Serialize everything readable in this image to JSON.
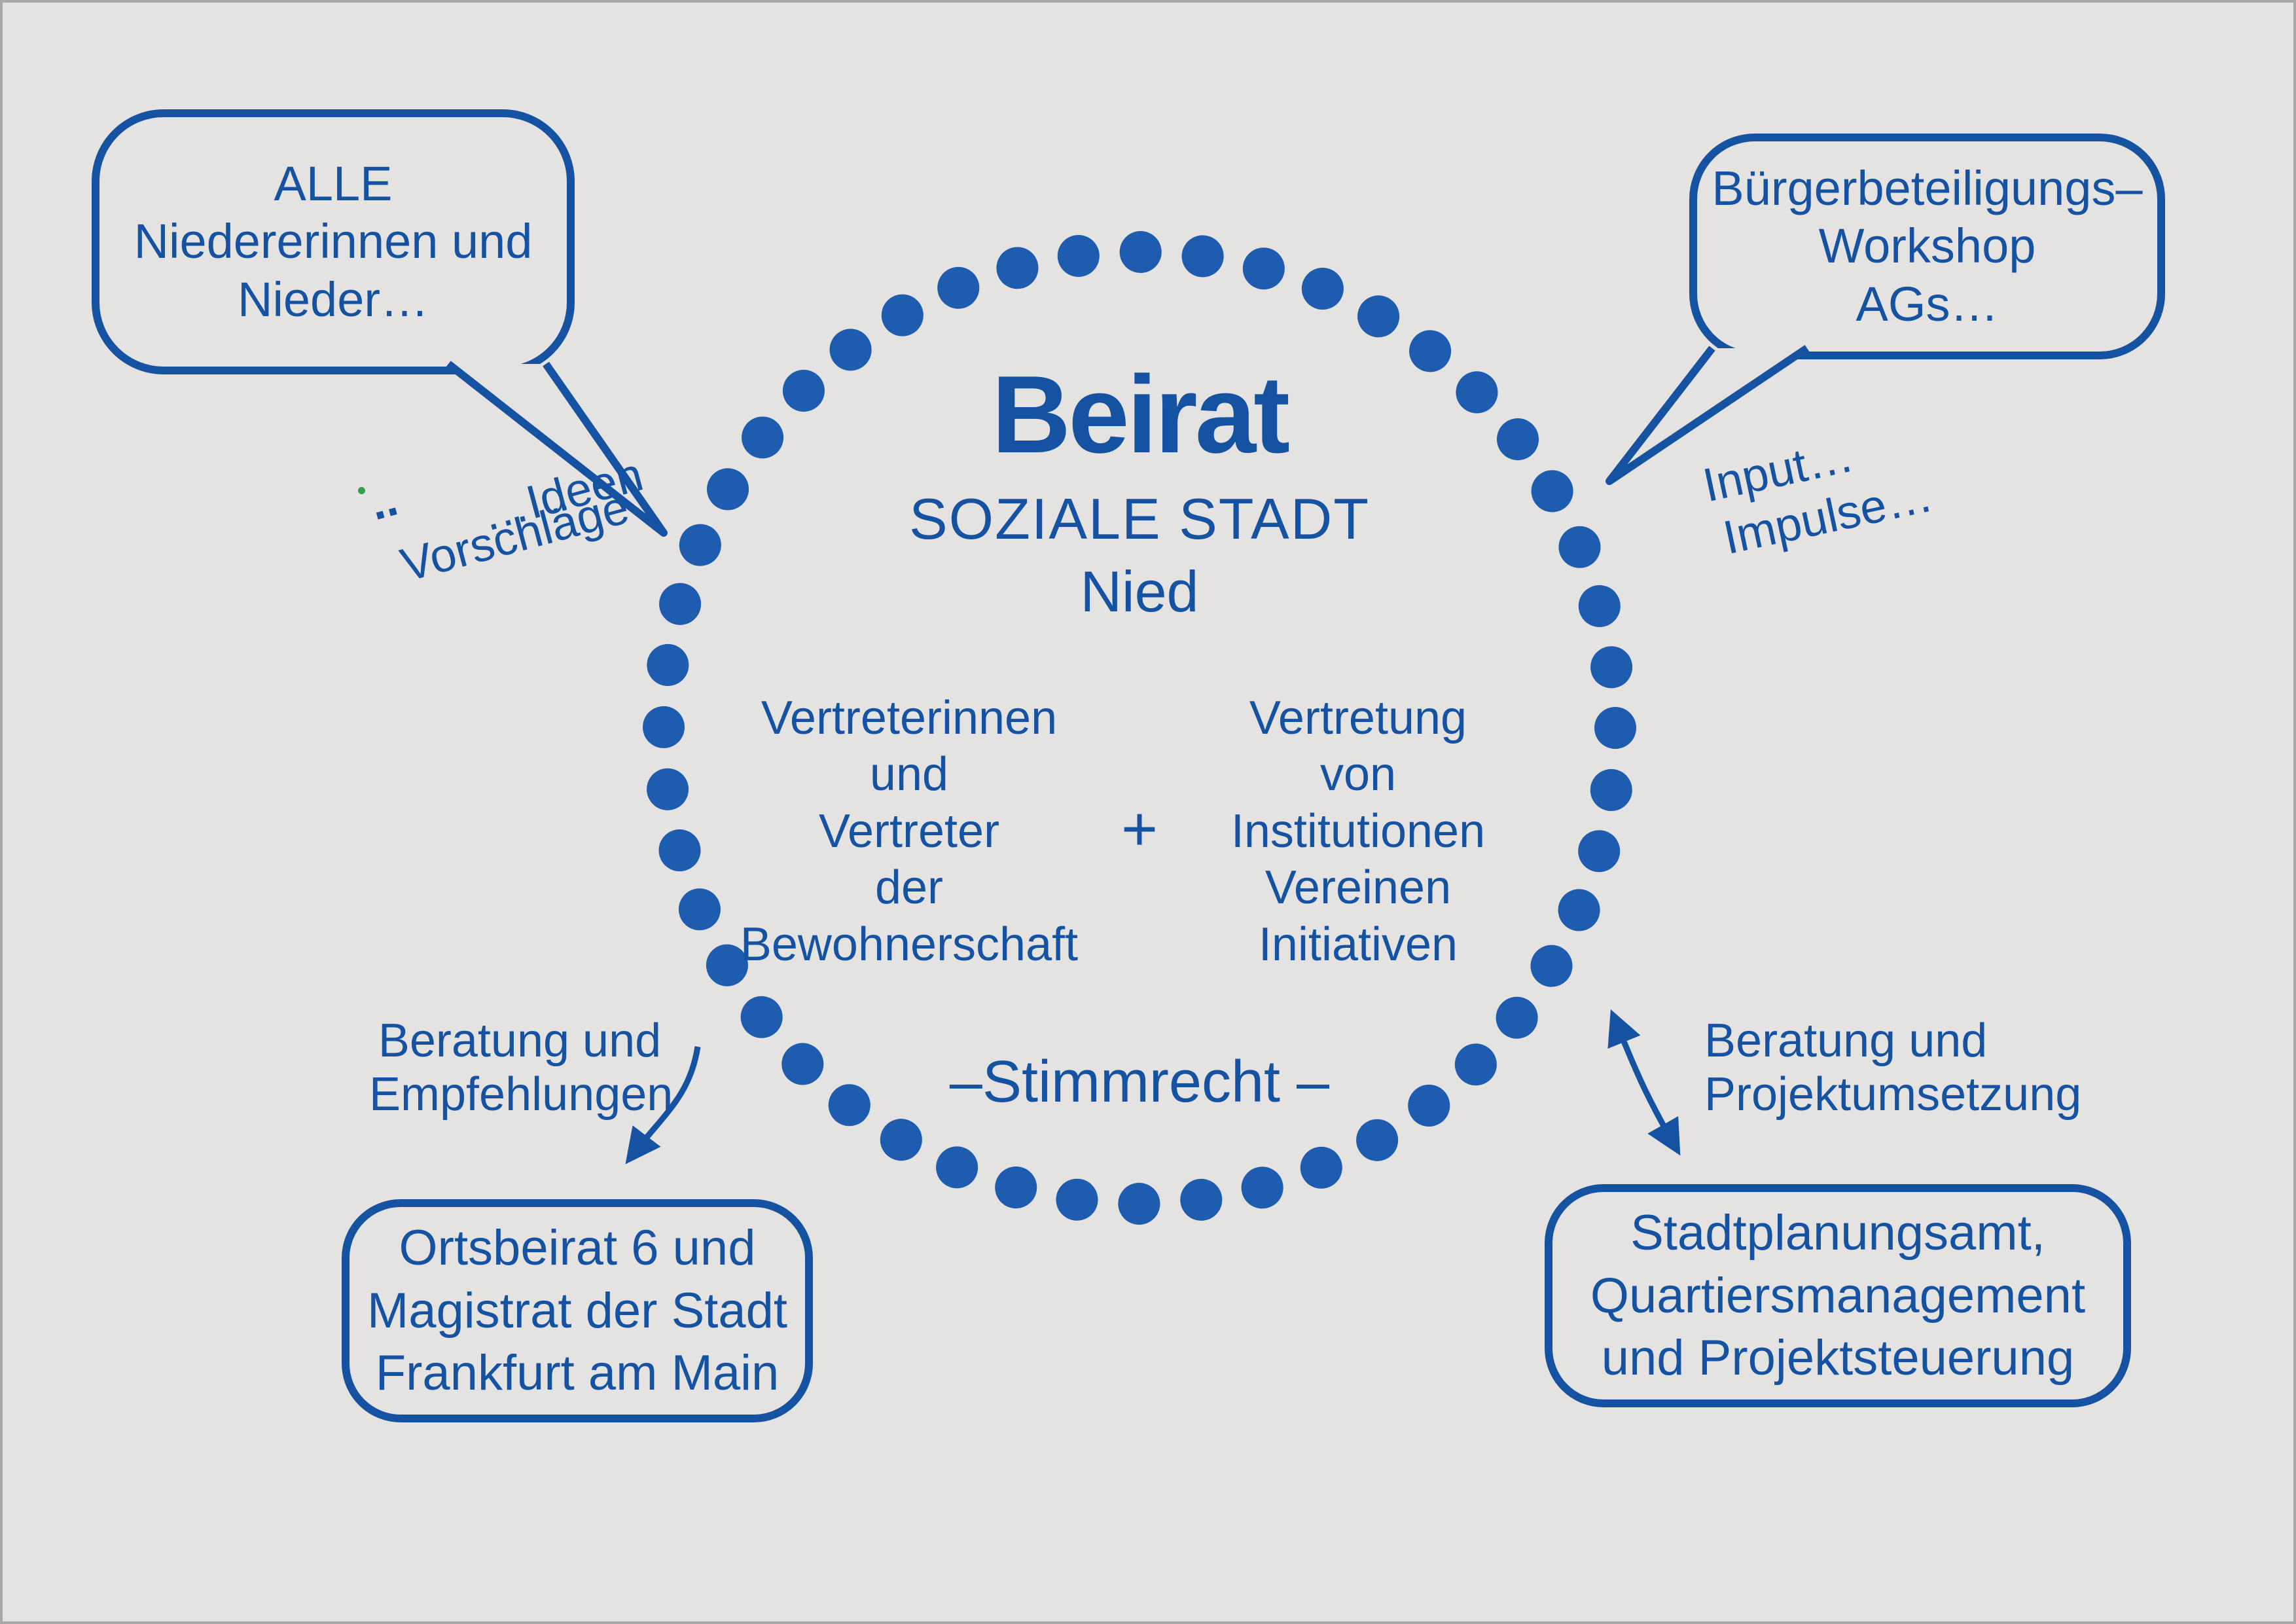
{
  "colors": {
    "accent": "#1553a2",
    "dots": "#1e5caf",
    "background": "#e4e3e1",
    "green_mark": "#2fa14b"
  },
  "center": {
    "title": "Beirat",
    "subtitle": "SOZIALE STADT",
    "subtitle2": "Nied",
    "left_group": {
      "lines": [
        "Vertreterinnen",
        "und",
        "Vertreter",
        "der",
        "Bewohnerschaft"
      ]
    },
    "plus": "+",
    "right_group": {
      "lines": [
        "Vertretung",
        "von",
        "Institutionen",
        "Vereinen",
        "Initiativen"
      ]
    },
    "voting_note": "–Stimmrecht –"
  },
  "bubbles": {
    "all_residents": {
      "lines": [
        "ALLE",
        "Niedererinnen und",
        "Nieder…"
      ]
    },
    "workshops": {
      "lines": [
        "Bürgerbeteiligungs–",
        "Workshop",
        "AGs…"
      ]
    },
    "ortsbeirat": {
      "lines": [
        "Ortsbeirat 6 und",
        "Magistrat der Stadt",
        "Frankfurt am Main"
      ]
    },
    "stadtplanungsamt": {
      "lines": [
        "Stadtplanungsamt,",
        "Quartiersmanagement",
        "und Projektsteuerung"
      ]
    }
  },
  "annotations": {
    "ideen_line1": "…Ideen",
    "ideen_line2": "Vorschläge",
    "stray_dots": "..",
    "input_line1": "Input…",
    "input_line2": "Impulse…",
    "left_flow": {
      "lines": [
        "Beratung und",
        "Empfehlungen"
      ]
    },
    "right_flow": {
      "lines": [
        "Beratung und",
        "Projektumsetzung"
      ]
    }
  }
}
